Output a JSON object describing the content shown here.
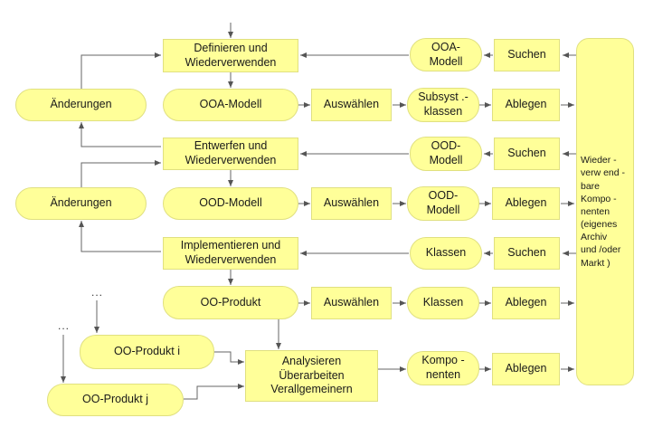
{
  "nodes": {
    "definieren": "Definieren und\nWiederverwenden",
    "ooa_modell_left": "OOA-Modell",
    "auswaehlen_1": "Auswählen",
    "subsyst_klassen": "Subsyst .-\nklassen",
    "ablegen_1": "Ablegen",
    "ooa_modell_right": "OOA-\nModell",
    "suchen_1": "Suchen",
    "aenderungen_1": "Änderungen",
    "entwerfen": "Entwerfen und\nWiederverwenden",
    "ood_modell_right_top": "OOD-\nModell",
    "suchen_2": "Suchen",
    "aenderungen_2": "Änderungen",
    "ood_modell_left": "OOD-Modell",
    "auswaehlen_2": "Auswählen",
    "ood_modell_right": "OOD-\nModell",
    "ablegen_2": "Ablegen",
    "implementieren": "Implementieren und\nWiederverwenden",
    "klassen_top": "Klassen",
    "suchen_3": "Suchen",
    "oo_produkt": "OO-Produkt",
    "auswaehlen_3": "Auswählen",
    "klassen_bottom": "Klassen",
    "ablegen_3": "Ablegen",
    "oo_produkt_i": "OO-Produkt  i",
    "oo_produkt_j": "OO-Produkt  j",
    "analysieren": "Analysieren\nÜberarbeiten\nVerallgemeinern",
    "komponenten": "Kompo -\nnenten",
    "ablegen_4": "Ablegen",
    "repository": "Wieder -\nverw end -\nbare\nKompo  -\nnenten\n(eigenes\nArchiv\nund /oder\nMarkt  )"
  },
  "ellipsis_1": "...",
  "ellipsis_2": "...",
  "colors": {
    "fill": "#ffff99",
    "line": "#555555"
  }
}
